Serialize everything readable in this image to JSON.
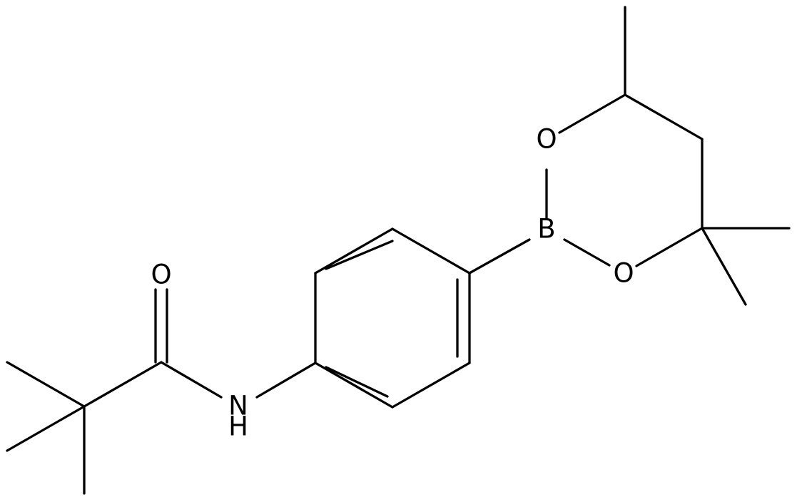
{
  "atoms": {
    "oxygen_carbonyl": "O",
    "nitrogen": "N",
    "hydrogen": "H",
    "boron": "B",
    "oxygen_ring_upper": "O",
    "oxygen_ring_lower": "O"
  },
  "colors": {
    "bond": "#000000",
    "label": "#000000",
    "background": "#ffffff"
  }
}
